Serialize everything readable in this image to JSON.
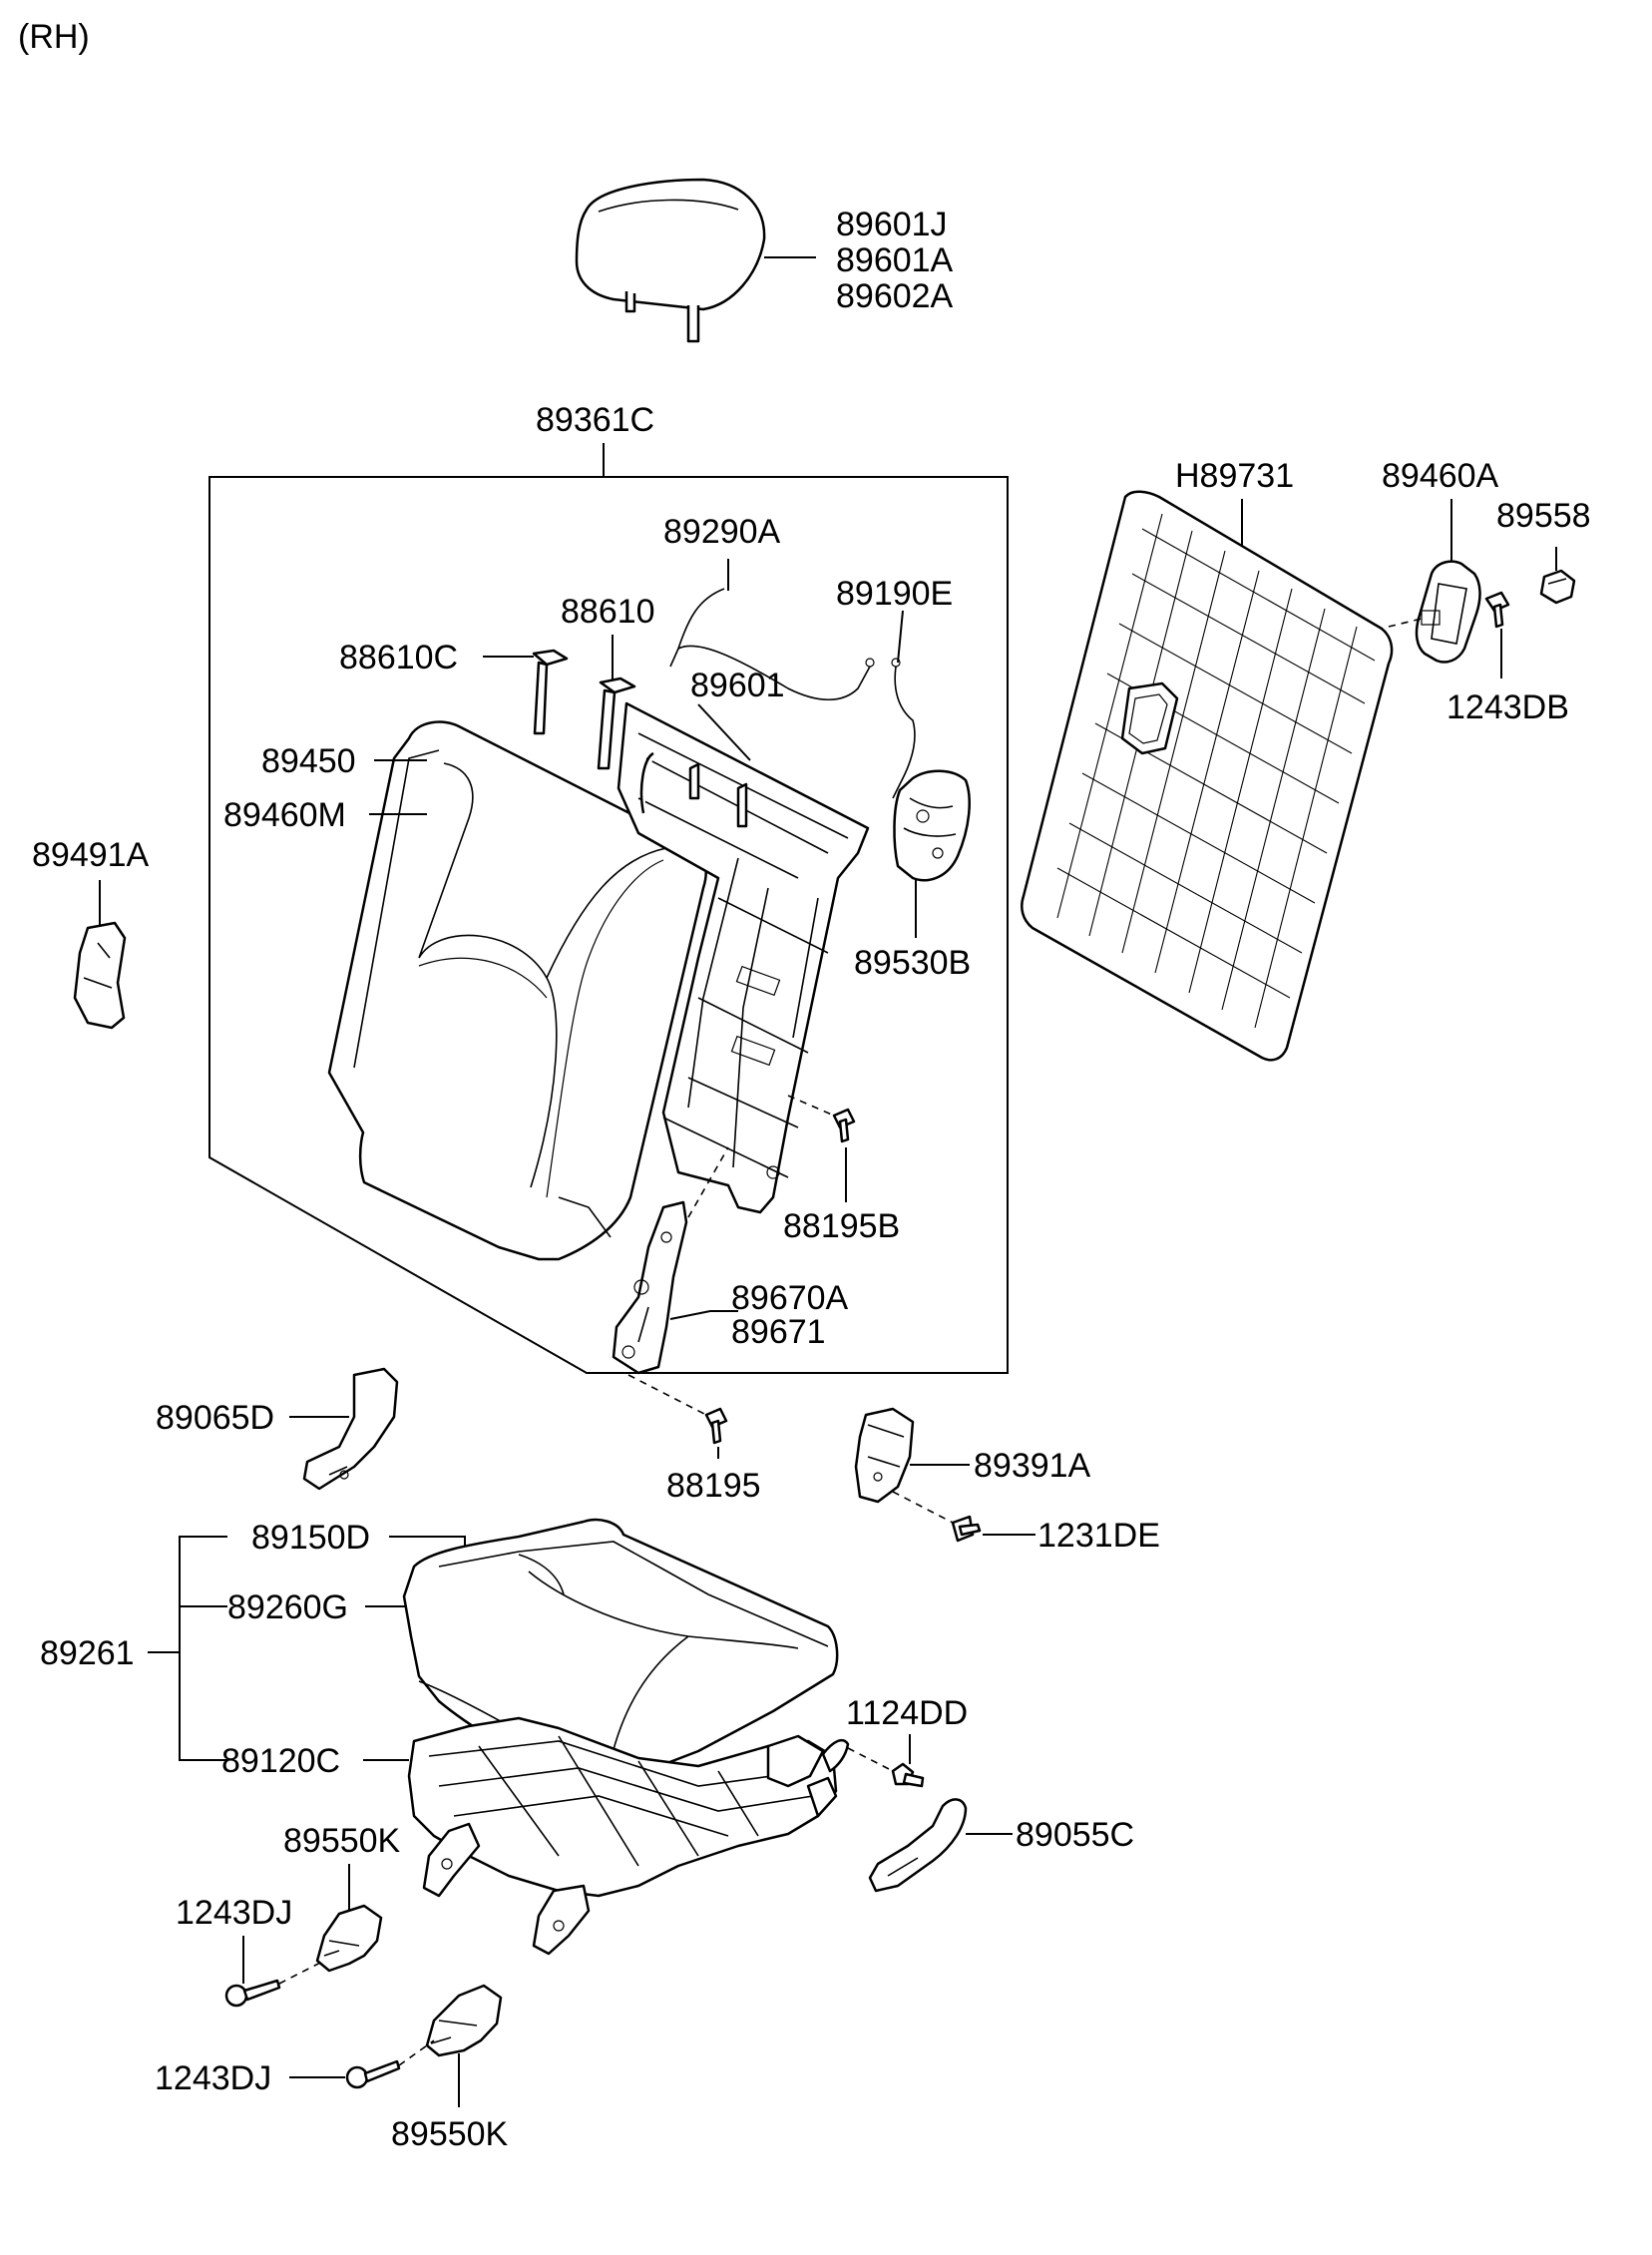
{
  "side_label": "(RH)",
  "callouts": {
    "c89601J": "89601J",
    "c89601A": "89601A",
    "c89602A": "89602A",
    "c89361C": "89361C",
    "c89290A": "89290A",
    "c89190E": "89190E",
    "c88610": "88610",
    "c88610C": "88610C",
    "c89601": "89601",
    "c89450": "89450",
    "c89460M": "89460M",
    "c89491A": "89491A",
    "c89530B": "89530B",
    "c88195B": "88195B",
    "c89670A": "89670A",
    "c89671": "89671",
    "c89065D": "89065D",
    "c88195": "88195",
    "c89391A": "89391A",
    "c1231DE": "1231DE",
    "c89150D": "89150D",
    "c89260G": "89260G",
    "c89261": "89261",
    "c89120C": "89120C",
    "c1124DD": "1124DD",
    "c89055C": "89055C",
    "c89550K_upper": "89550K",
    "c1243DJ_upper": "1243DJ",
    "c1243DJ_lower": "1243DJ",
    "c89550K_lower": "89550K",
    "cH89731": "H89731",
    "c89460A": "89460A",
    "c89558": "89558",
    "c1243DB": "1243DB"
  }
}
